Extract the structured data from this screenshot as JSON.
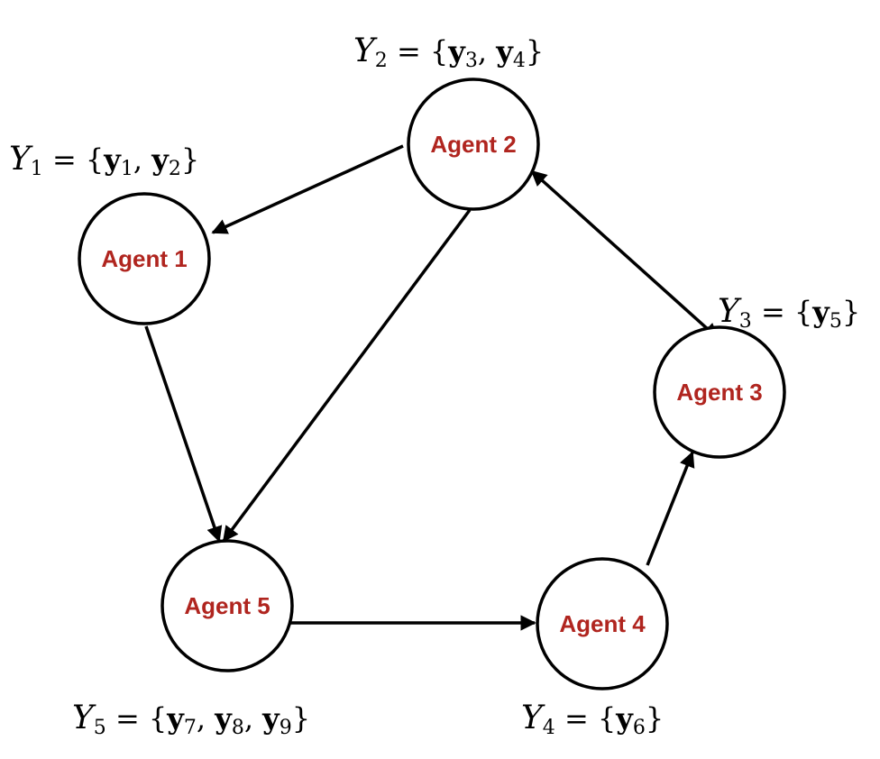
{
  "colors": {
    "label": "#b0251f",
    "stroke": "#000000",
    "background": "#ffffff"
  },
  "nodes": [
    {
      "id": "agent-1",
      "label": "Agent 1"
    },
    {
      "id": "agent-2",
      "label": "Agent 2"
    },
    {
      "id": "agent-3",
      "label": "Agent 3"
    },
    {
      "id": "agent-4",
      "label": "Agent 4"
    },
    {
      "id": "agent-5",
      "label": "Agent 5"
    }
  ],
  "edges": [
    {
      "from": "agent-2",
      "to": "agent-1",
      "direction": "forward"
    },
    {
      "from": "agent-2",
      "to": "agent-5",
      "direction": "forward"
    },
    {
      "from": "agent-2",
      "to": "agent-3",
      "direction": "both"
    },
    {
      "from": "agent-1",
      "to": "agent-5",
      "direction": "forward"
    },
    {
      "from": "agent-5",
      "to": "agent-4",
      "direction": "forward"
    },
    {
      "from": "agent-4",
      "to": "agent-3",
      "direction": "forward"
    }
  ],
  "sets": [
    {
      "node": "agent-1",
      "symbol": "Y",
      "index": "1",
      "elements": [
        {
          "v": "y",
          "i": "1"
        },
        {
          "v": "y",
          "i": "2"
        }
      ]
    },
    {
      "node": "agent-2",
      "symbol": "Y",
      "index": "2",
      "elements": [
        {
          "v": "y",
          "i": "3"
        },
        {
          "v": "y",
          "i": "4"
        }
      ]
    },
    {
      "node": "agent-3",
      "symbol": "Y",
      "index": "3",
      "elements": [
        {
          "v": "y",
          "i": "5"
        }
      ]
    },
    {
      "node": "agent-4",
      "symbol": "Y",
      "index": "4",
      "elements": [
        {
          "v": "y",
          "i": "6"
        }
      ]
    },
    {
      "node": "agent-5",
      "symbol": "Y",
      "index": "5",
      "elements": [
        {
          "v": "y",
          "i": "7"
        },
        {
          "v": "y",
          "i": "8"
        },
        {
          "v": "y",
          "i": "9"
        }
      ]
    }
  ]
}
